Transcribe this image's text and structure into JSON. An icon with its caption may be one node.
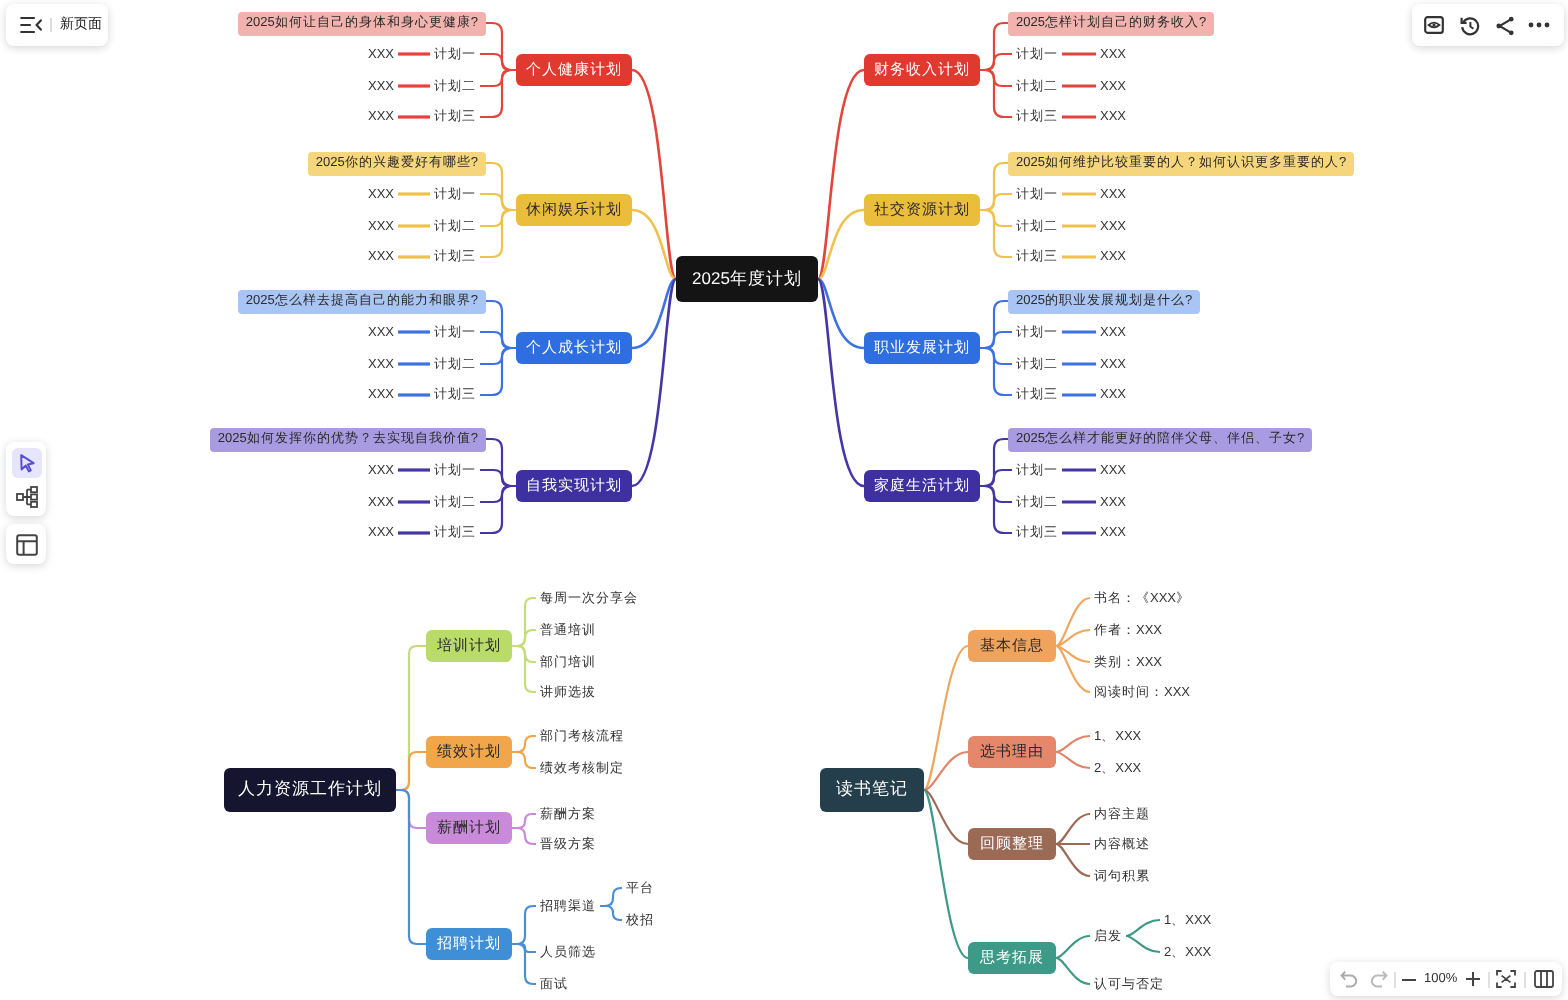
{
  "diagram": {
    "nodes": [
      {
        "text": [
          "2025年度计划"
        ]
      },
      {
        "text": [
          "个人健康计划"
        ]
      },
      {
        "text": [
          "2025如何让自己的身体和身心更健康?"
        ]
      },
      {
        "text": [
          "计划一"
        ]
      },
      {
        "text": [
          "XXX"
        ]
      },
      {
        "text": [
          "计划二"
        ]
      },
      {
        "text": [
          "XXX"
        ]
      },
      {
        "text": [
          "计划三"
        ]
      },
      {
        "text": [
          "XXX"
        ]
      },
      {
        "text": [
          "休闲娱乐计划"
        ]
      },
      {
        "text": [
          "2025你的兴趣爱好有哪些?"
        ]
      },
      {
        "text": [
          "计划一"
        ]
      },
      {
        "text": [
          "XXX"
        ]
      },
      {
        "text": [
          "计划二"
        ]
      },
      {
        "text": [
          "XXX"
        ]
      },
      {
        "text": [
          "计划三"
        ]
      },
      {
        "text": [
          "XXX"
        ]
      },
      {
        "text": [
          "个人成长计划"
        ]
      },
      {
        "text": [
          "2025怎么样去提高自己的能力和眼界?"
        ]
      },
      {
        "text": [
          "计划一"
        ]
      },
      {
        "text": [
          "XXX"
        ]
      },
      {
        "text": [
          "计划二"
        ]
      },
      {
        "text": [
          "XXX"
        ]
      },
      {
        "text": [
          "计划三"
        ]
      },
      {
        "text": [
          "XXX"
        ]
      },
      {
        "text": [
          "自我实现计划"
        ]
      },
      {
        "text": [
          "2025如何发挥你的优势？去实现自我价值?"
        ]
      },
      {
        "text": [
          "计划一"
        ]
      },
      {
        "text": [
          "XXX"
        ]
      },
      {
        "text": [
          "计划二"
        ]
      },
      {
        "text": [
          "XXX"
        ]
      },
      {
        "text": [
          "计划三"
        ]
      },
      {
        "text": [
          "XXX"
        ]
      },
      {
        "text": [
          "财务收入计划"
        ]
      },
      {
        "text": [
          "2025怎样计划自己的财务收入?"
        ]
      },
      {
        "text": [
          "计划一"
        ]
      },
      {
        "text": [
          "XXX"
        ]
      },
      {
        "text": [
          "计划二"
        ]
      },
      {
        "text": [
          "XXX"
        ]
      },
      {
        "text": [
          "计划三"
        ]
      },
      {
        "text": [
          "XXX"
        ]
      },
      {
        "text": [
          "社交资源计划"
        ]
      },
      {
        "text": [
          "2025如何维护比较重要的人？如何认识更多重要的人?"
        ]
      },
      {
        "text": [
          "计划一"
        ]
      },
      {
        "text": [
          "XXX"
        ]
      },
      {
        "text": [
          "计划二"
        ]
      },
      {
        "text": [
          "XXX"
        ]
      },
      {
        "text": [
          "计划三"
        ]
      },
      {
        "text": [
          "XXX"
        ]
      },
      {
        "text": [
          "职业发展计划"
        ]
      },
      {
        "text": [
          "2025的职业发展规划是什么?"
        ]
      },
      {
        "text": [
          "计划一"
        ]
      },
      {
        "text": [
          "XXX"
        ]
      },
      {
        "text": [
          "计划二"
        ]
      },
      {
        "text": [
          "XXX"
        ]
      },
      {
        "text": [
          "计划三"
        ]
      },
      {
        "text": [
          "XXX"
        ]
      },
      {
        "text": [
          "家庭生活计划"
        ]
      },
      {
        "text": [
          "2025怎么样才能更好的陪伴父母、伴侣、子女?"
        ]
      },
      {
        "text": [
          "计划一"
        ]
      },
      {
        "text": [
          "XXX"
        ]
      },
      {
        "text": [
          "计划二"
        ]
      },
      {
        "text": [
          "XXX"
        ]
      },
      {
        "text": [
          "计划三"
        ]
      },
      {
        "text": [
          "XXX"
        ]
      },
      {
        "text": [
          "人力资源工作计划"
        ]
      },
      {
        "text": [
          "培训计划"
        ]
      },
      {
        "text": [
          "每周一次分享会"
        ]
      },
      {
        "text": [
          "普通培训"
        ]
      },
      {
        "text": [
          "部门培训"
        ]
      },
      {
        "text": [
          "讲师选拔"
        ]
      },
      {
        "text": [
          "绩效计划"
        ]
      },
      {
        "text": [
          "部门考核流程"
        ]
      },
      {
        "text": [
          "绩效考核制定"
        ]
      },
      {
        "text": [
          "薪酬计划"
        ]
      },
      {
        "text": [
          "薪酬方案"
        ]
      },
      {
        "text": [
          "晋级方案"
        ]
      },
      {
        "text": [
          "招聘计划"
        ]
      },
      {
        "text": [
          "招聘渠道"
        ]
      },
      {
        "text": [
          "平台"
        ]
      },
      {
        "text": [
          "校招"
        ]
      },
      {
        "text": [
          "人员筛选"
        ]
      },
      {
        "text": [
          "面试"
        ]
      },
      {
        "text": [
          "读书笔记"
        ]
      },
      {
        "text": [
          "基本信息"
        ]
      },
      {
        "text": [
          "书名：《XXX》"
        ]
      },
      {
        "text": [
          "作者：XXX"
        ]
      },
      {
        "text": [
          "类别：XXX"
        ]
      },
      {
        "text": [
          "阅读时间：XXX"
        ]
      },
      {
        "text": [
          "选书理由"
        ]
      },
      {
        "text": [
          "1、XXX"
        ]
      },
      {
        "text": [
          "2、XXX"
        ]
      },
      {
        "text": [
          "回顾整理"
        ]
      },
      {
        "text": [
          "内容主题"
        ]
      },
      {
        "text": [
          "内容概述"
        ]
      },
      {
        "text": [
          "词句积累"
        ]
      },
      {
        "text": [
          "思考拓展"
        ]
      },
      {
        "text": [
          "启发"
        ]
      },
      {
        "text": [
          "1、XXX"
        ]
      },
      {
        "text": [
          "2、XXX"
        ]
      },
      {
        "text": [
          "认可与否定"
        ]
      }
    ],
    "edges": [
      {
        "from": 0,
        "to": 1,
        "arrow": "none",
        "color": "#e2453b"
      },
      {
        "from": 0,
        "to": 9,
        "arrow": "none",
        "color": "#efc24d"
      },
      {
        "from": 0,
        "to": 17,
        "arrow": "none",
        "color": "#3d72e2"
      },
      {
        "from": 0,
        "to": 25,
        "arrow": "none",
        "color": "#4536a6"
      },
      {
        "from": 0,
        "to": 33,
        "arrow": "none",
        "color": "#e2453b"
      },
      {
        "from": 0,
        "to": 41,
        "arrow": "none",
        "color": "#efc24d"
      },
      {
        "from": 0,
        "to": 49,
        "arrow": "none",
        "color": "#3d72e2"
      },
      {
        "from": 0,
        "to": 57,
        "arrow": "none",
        "color": "#4536a6"
      },
      {
        "from": 1,
        "to": 2,
        "arrow": "none",
        "color": "#e2453b"
      },
      {
        "from": 1,
        "to": 3,
        "arrow": "none",
        "color": "#e2453b"
      },
      {
        "from": 1,
        "to": 5,
        "arrow": "none",
        "color": "#e2453b"
      },
      {
        "from": 1,
        "to": 7,
        "arrow": "none",
        "color": "#e2453b"
      },
      {
        "from": 3,
        "to": 4,
        "arrow": "none",
        "color": "#e2453b"
      },
      {
        "from": 5,
        "to": 6,
        "arrow": "none",
        "color": "#e2453b"
      },
      {
        "from": 7,
        "to": 8,
        "arrow": "none",
        "color": "#e2453b"
      },
      {
        "from": 9,
        "to": 10,
        "arrow": "none",
        "color": "#efc24d"
      },
      {
        "from": 9,
        "to": 11,
        "arrow": "none",
        "color": "#efc24d"
      },
      {
        "from": 9,
        "to": 13,
        "arrow": "none",
        "color": "#efc24d"
      },
      {
        "from": 9,
        "to": 15,
        "arrow": "none",
        "color": "#efc24d"
      },
      {
        "from": 11,
        "to": 12,
        "arrow": "none",
        "color": "#efc24d"
      },
      {
        "from": 13,
        "to": 14,
        "arrow": "none",
        "color": "#efc24d"
      },
      {
        "from": 15,
        "to": 16,
        "arrow": "none",
        "color": "#efc24d"
      },
      {
        "from": 17,
        "to": 18,
        "arrow": "none",
        "color": "#3d72e2"
      },
      {
        "from": 17,
        "to": 19,
        "arrow": "none",
        "color": "#3d72e2"
      },
      {
        "from": 17,
        "to": 21,
        "arrow": "none",
        "color": "#3d72e2"
      },
      {
        "from": 17,
        "to": 23,
        "arrow": "none",
        "color": "#3d72e2"
      },
      {
        "from": 19,
        "to": 20,
        "arrow": "none",
        "color": "#3d72e2"
      },
      {
        "from": 21,
        "to": 22,
        "arrow": "none",
        "color": "#3d72e2"
      },
      {
        "from": 23,
        "to": 24,
        "arrow": "none",
        "color": "#3d72e2"
      },
      {
        "from": 25,
        "to": 26,
        "arrow": "none",
        "color": "#4536a6"
      },
      {
        "from": 25,
        "to": 27,
        "arrow": "none",
        "color": "#4536a6"
      },
      {
        "from": 25,
        "to": 29,
        "arrow": "none",
        "color": "#4536a6"
      },
      {
        "from": 25,
        "to": 31,
        "arrow": "none",
        "color": "#4536a6"
      },
      {
        "from": 27,
        "to": 28,
        "arrow": "none",
        "color": "#4536a6"
      },
      {
        "from": 29,
        "to": 30,
        "arrow": "none",
        "color": "#4536a6"
      },
      {
        "from": 31,
        "to": 32,
        "arrow": "none",
        "color": "#4536a6"
      },
      {
        "from": 33,
        "to": 34,
        "arrow": "none",
        "color": "#e2453b"
      },
      {
        "from": 33,
        "to": 35,
        "arrow": "none",
        "color": "#e2453b"
      },
      {
        "from": 33,
        "to": 37,
        "arrow": "none",
        "color": "#e2453b"
      },
      {
        "from": 33,
        "to": 39,
        "arrow": "none",
        "color": "#e2453b"
      },
      {
        "from": 35,
        "to": 36,
        "arrow": "none",
        "color": "#e2453b"
      },
      {
        "from": 37,
        "to": 38,
        "arrow": "none",
        "color": "#e2453b"
      },
      {
        "from": 39,
        "to": 40,
        "arrow": "none",
        "color": "#e2453b"
      },
      {
        "from": 41,
        "to": 42,
        "arrow": "none",
        "color": "#efc24d"
      },
      {
        "from": 41,
        "to": 43,
        "arrow": "none",
        "color": "#efc24d"
      },
      {
        "from": 41,
        "to": 45,
        "arrow": "none",
        "color": "#efc24d"
      },
      {
        "from": 41,
        "to": 47,
        "arrow": "none",
        "color": "#efc24d"
      },
      {
        "from": 43,
        "to": 44,
        "arrow": "none",
        "color": "#efc24d"
      },
      {
        "from": 45,
        "to": 46,
        "arrow": "none",
        "color": "#efc24d"
      },
      {
        "from": 47,
        "to": 48,
        "arrow": "none",
        "color": "#efc24d"
      },
      {
        "from": 49,
        "to": 50,
        "arrow": "none",
        "color": "#3d72e2"
      },
      {
        "from": 49,
        "to": 51,
        "arrow": "none",
        "color": "#3d72e2"
      },
      {
        "from": 49,
        "to": 53,
        "arrow": "none",
        "color": "#3d72e2"
      },
      {
        "from": 49,
        "to": 55,
        "arrow": "none",
        "color": "#3d72e2"
      },
      {
        "from": 51,
        "to": 52,
        "arrow": "none",
        "color": "#3d72e2"
      },
      {
        "from": 53,
        "to": 54,
        "arrow": "none",
        "color": "#3d72e2"
      },
      {
        "from": 55,
        "to": 56,
        "arrow": "none",
        "color": "#3d72e2"
      },
      {
        "from": 57,
        "to": 58,
        "arrow": "none",
        "color": "#4536a6"
      },
      {
        "from": 57,
        "to": 59,
        "arrow": "none",
        "color": "#4536a6"
      },
      {
        "from": 57,
        "to": 61,
        "arrow": "none",
        "color": "#4536a6"
      },
      {
        "from": 57,
        "to": 63,
        "arrow": "none",
        "color": "#4536a6"
      },
      {
        "from": 59,
        "to": 60,
        "arrow": "none",
        "color": "#4536a6"
      },
      {
        "from": 61,
        "to": 62,
        "arrow": "none",
        "color": "#4536a6"
      },
      {
        "from": 63,
        "to": 64,
        "arrow": "none",
        "color": "#4536a6"
      },
      {
        "from": 65,
        "to": 66,
        "arrow": "none",
        "color": "#c3dd78"
      },
      {
        "from": 65,
        "to": 71,
        "arrow": "none",
        "color": "#f1a54b"
      },
      {
        "from": 65,
        "to": 74,
        "arrow": "none",
        "color": "#c98ad9"
      },
      {
        "from": 65,
        "to": 77,
        "arrow": "none",
        "color": "#4a8fd2"
      },
      {
        "from": 66,
        "to": 67,
        "arrow": "none",
        "color": "#c3dd78"
      },
      {
        "from": 66,
        "to": 68,
        "arrow": "none",
        "color": "#c3dd78"
      },
      {
        "from": 66,
        "to": 69,
        "arrow": "none",
        "color": "#c3dd78"
      },
      {
        "from": 66,
        "to": 70,
        "arrow": "none",
        "color": "#c3dd78"
      },
      {
        "from": 71,
        "to": 72,
        "arrow": "none",
        "color": "#f1a54b"
      },
      {
        "from": 71,
        "to": 73,
        "arrow": "none",
        "color": "#f1a54b"
      },
      {
        "from": 74,
        "to": 75,
        "arrow": "none",
        "color": "#c98ad9"
      },
      {
        "from": 74,
        "to": 76,
        "arrow": "none",
        "color": "#c98ad9"
      },
      {
        "from": 77,
        "to": 78,
        "arrow": "none",
        "color": "#4a8fd2"
      },
      {
        "from": 77,
        "to": 81,
        "arrow": "none",
        "color": "#4a8fd2"
      },
      {
        "from": 77,
        "to": 82,
        "arrow": "none",
        "color": "#4a8fd2"
      },
      {
        "from": 78,
        "to": 79,
        "arrow": "none",
        "color": "#4a8fd2"
      },
      {
        "from": 78,
        "to": 80,
        "arrow": "none",
        "color": "#4a8fd2"
      },
      {
        "from": 83,
        "to": 84,
        "arrow": "none",
        "color": "#eea760"
      },
      {
        "from": 83,
        "to": 89,
        "arrow": "none",
        "color": "#e0866b"
      },
      {
        "from": 83,
        "to": 92,
        "arrow": "none",
        "color": "#9a6a56"
      },
      {
        "from": 83,
        "to": 96,
        "arrow": "none",
        "color": "#3d9988"
      },
      {
        "from": 84,
        "to": 85,
        "arrow": "none",
        "color": "#eea760"
      },
      {
        "from": 84,
        "to": 86,
        "arrow": "none",
        "color": "#eea760"
      },
      {
        "from": 84,
        "to": 87,
        "arrow": "none",
        "color": "#eea760"
      },
      {
        "from": 84,
        "to": 88,
        "arrow": "none",
        "color": "#eea760"
      },
      {
        "from": 89,
        "to": 90,
        "arrow": "none",
        "color": "#e0866b"
      },
      {
        "from": 89,
        "to": 91,
        "arrow": "none",
        "color": "#e0866b"
      },
      {
        "from": 92,
        "to": 93,
        "arrow": "none",
        "color": "#9a6a56"
      },
      {
        "from": 92,
        "to": 94,
        "arrow": "none",
        "color": "#9a6a56"
      },
      {
        "from": 92,
        "to": 95,
        "arrow": "none",
        "color": "#9a6a56"
      },
      {
        "from": 96,
        "to": 97,
        "arrow": "none",
        "color": "#3d9988"
      },
      {
        "from": 96,
        "to": 100,
        "arrow": "none",
        "color": "#3d9988"
      },
      {
        "from": 97,
        "to": 98,
        "arrow": "none",
        "color": "#3d9988"
      },
      {
        "from": 97,
        "to": 99,
        "arrow": "none",
        "color": "#3d9988"
      }
    ],
    "labels": [
      "新页面",
      "100%"
    ]
  }
}
